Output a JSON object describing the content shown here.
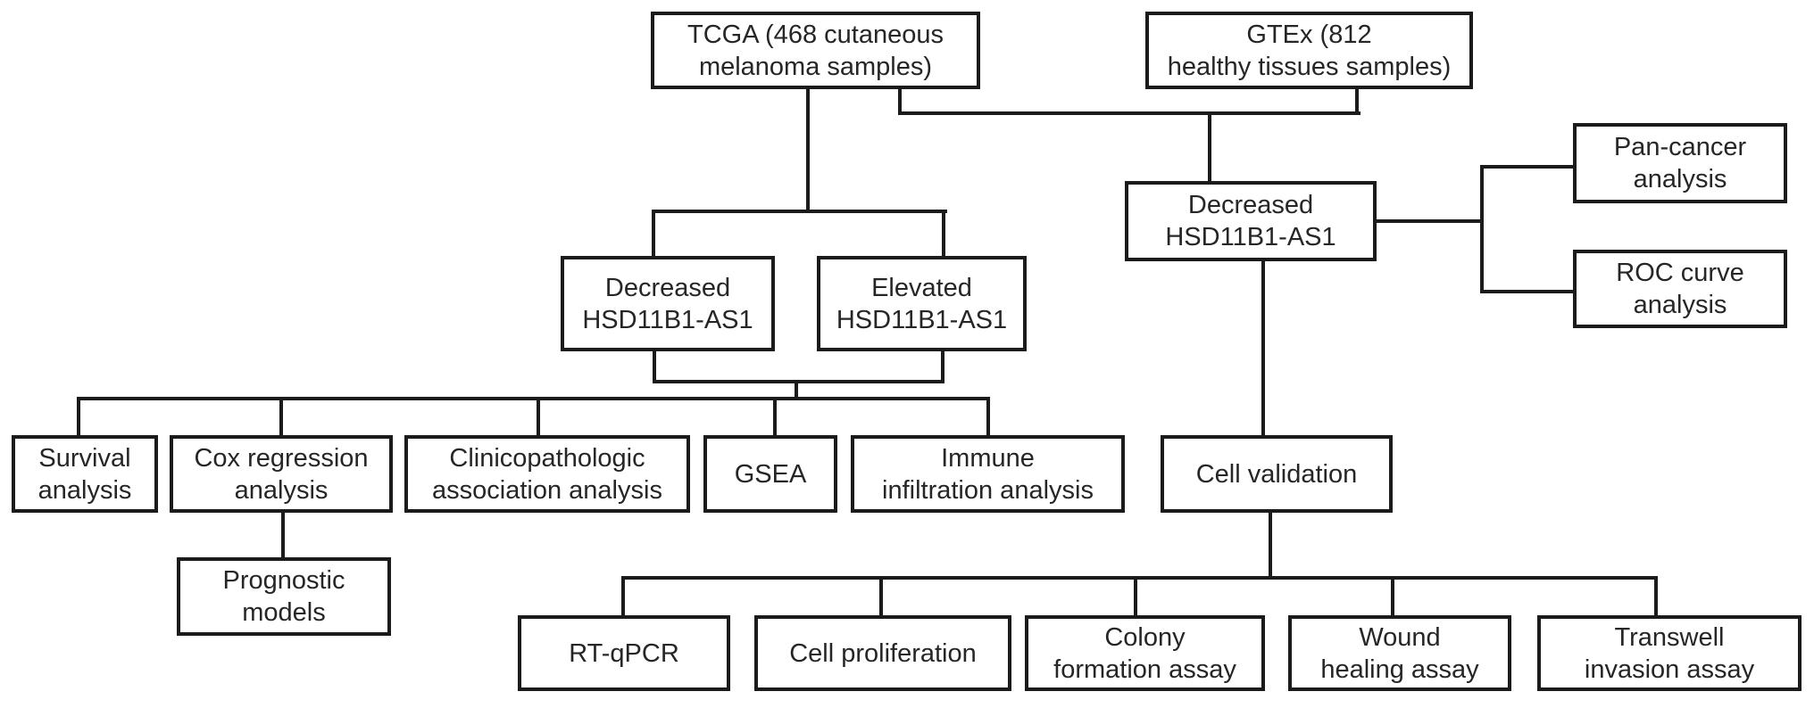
{
  "figure": {
    "description": "Study design flowchart for HSD11B1-AS1 analysis in cutaneous melanoma",
    "background_color": "#ffffff",
    "line_color": "#1b1b1b"
  },
  "nodes": {
    "tcga": {
      "lines": [
        "TCGA (468 cutaneous",
        "melanoma samples)"
      ]
    },
    "gtex": {
      "lines": [
        "GTEx (812",
        "healthy tissues samples)"
      ]
    },
    "decreased_left": {
      "lines": [
        "Decreased",
        "HSD11B1-AS1"
      ]
    },
    "elevated": {
      "lines": [
        "Elevated",
        "HSD11B1-AS1"
      ]
    },
    "decreased_right": {
      "lines": [
        "Decreased",
        "HSD11B1-AS1"
      ]
    },
    "pan_cancer": {
      "lines": [
        "Pan-cancer",
        "analysis"
      ]
    },
    "roc": {
      "lines": [
        "ROC curve",
        "analysis"
      ]
    },
    "survival": {
      "lines": [
        "Survival",
        "analysis"
      ]
    },
    "cox": {
      "lines": [
        "Cox regression",
        "analysis"
      ]
    },
    "clinico": {
      "lines": [
        "Clinicopathologic",
        "association analysis"
      ]
    },
    "gsea": {
      "lines": [
        "GSEA"
      ]
    },
    "immune": {
      "lines": [
        "Immune",
        "infiltration analysis"
      ]
    },
    "cell_validation": {
      "lines": [
        "Cell validation"
      ]
    },
    "prognostic": {
      "lines": [
        "Prognostic",
        "models"
      ]
    },
    "rt_qpcr": {
      "lines": [
        "RT-qPCR"
      ]
    },
    "cell_proliferation": {
      "lines": [
        "Cell proliferation"
      ]
    },
    "colony": {
      "lines": [
        "Colony",
        "formation assay"
      ]
    },
    "wound": {
      "lines": [
        "Wound",
        "healing assay"
      ]
    },
    "transwell": {
      "lines": [
        "Transwell",
        "invasion assay"
      ]
    }
  },
  "edges": [
    {
      "from": "tcga",
      "to": "decreased_left"
    },
    {
      "from": "tcga",
      "to": "elevated"
    },
    {
      "from": "tcga",
      "to": "decreased_right"
    },
    {
      "from": "gtex",
      "to": "decreased_right"
    },
    {
      "from": "decreased_right",
      "to": "pan_cancer"
    },
    {
      "from": "decreased_right",
      "to": "roc"
    },
    {
      "from": "decreased_right",
      "to": "cell_validation"
    },
    {
      "from": "decreased_left+elevated",
      "to": "survival"
    },
    {
      "from": "decreased_left+elevated",
      "to": "cox"
    },
    {
      "from": "decreased_left+elevated",
      "to": "clinico"
    },
    {
      "from": "decreased_left+elevated",
      "to": "gsea"
    },
    {
      "from": "decreased_left+elevated",
      "to": "immune"
    },
    {
      "from": "cox",
      "to": "prognostic"
    },
    {
      "from": "cell_validation",
      "to": "rt_qpcr"
    },
    {
      "from": "cell_validation",
      "to": "cell_proliferation"
    },
    {
      "from": "cell_validation",
      "to": "colony"
    },
    {
      "from": "cell_validation",
      "to": "wound"
    },
    {
      "from": "cell_validation",
      "to": "transwell"
    }
  ]
}
